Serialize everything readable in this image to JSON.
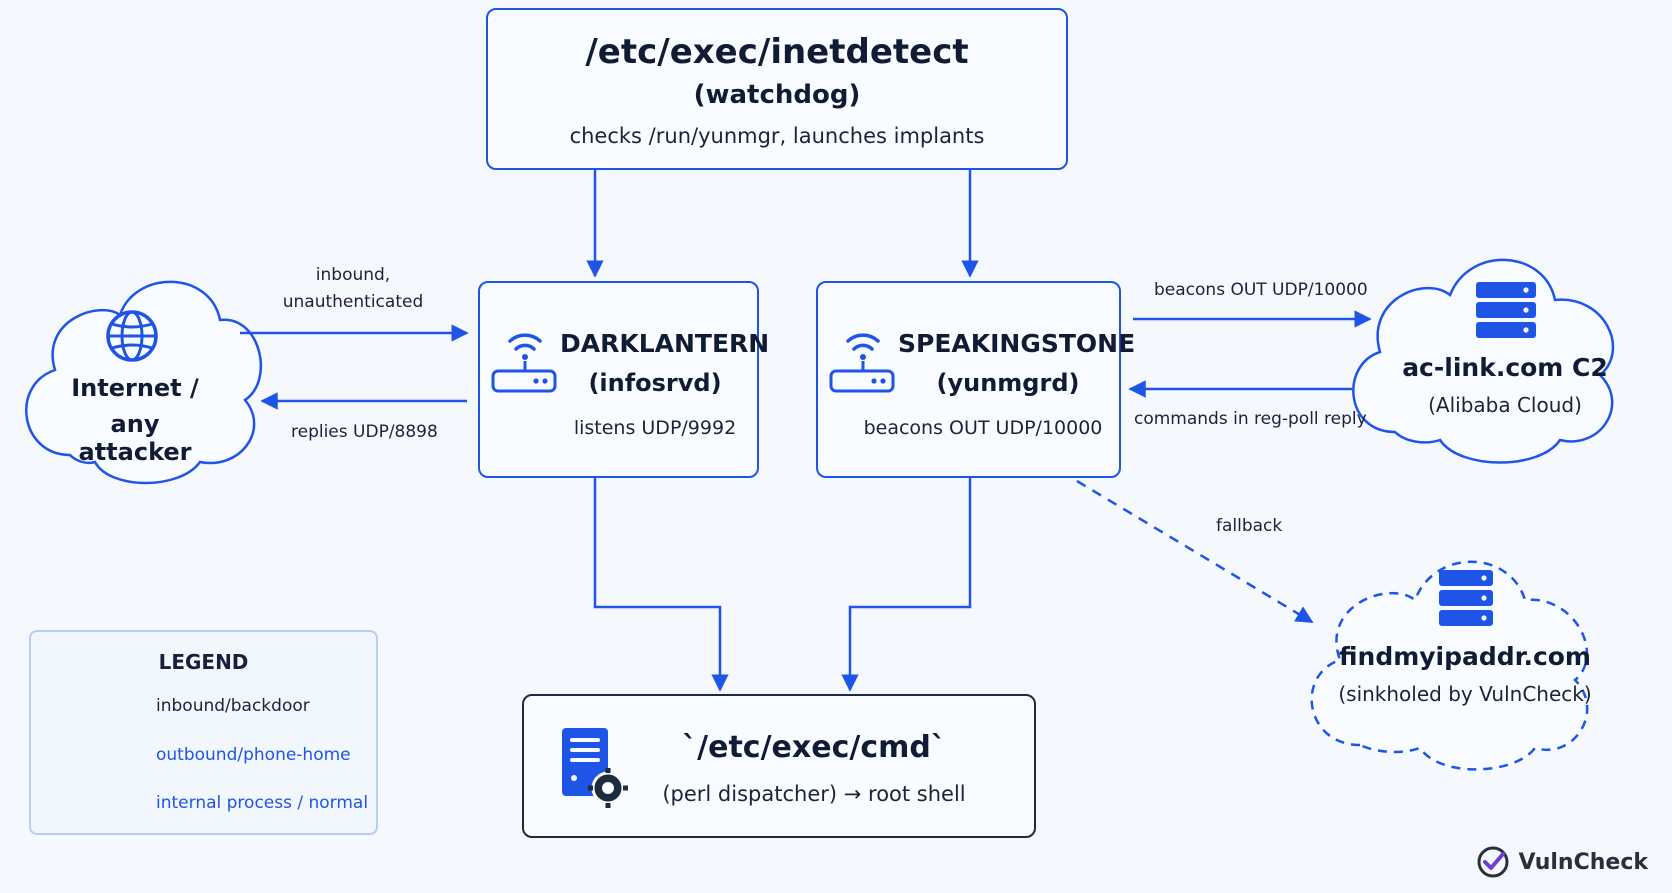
{
  "watchdog": {
    "path": "/etc/exec/inetdetect",
    "role": "(watchdog)",
    "desc": "checks /run/yunmgr, launches implants"
  },
  "darklantern": {
    "name": "DARKLANTERN",
    "process": "(infosrvd)",
    "desc": "listens UDP/9992"
  },
  "speakingstone": {
    "name": "SPEAKINGSTONE",
    "process": "(yunmgrd)",
    "desc": "beacons OUT UDP/10000"
  },
  "dispatcher": {
    "path": "`/etc/exec/cmd`",
    "desc": "(perl dispatcher) → root shell"
  },
  "internet": {
    "line1": "Internet /",
    "line2": "any attacker"
  },
  "c2": {
    "name": "ac-link.com C2",
    "host": "(Alibaba Cloud)"
  },
  "sinkhole": {
    "name": "findmyipaddr.com",
    "status": "(sinkholed by VulnCheck)"
  },
  "edges": {
    "inbound_line1": "inbound,",
    "inbound_line2": "unauthenticated",
    "replies": "replies UDP/8898",
    "beacons": "beacons OUT UDP/10000",
    "commands": "commands in reg-poll reply",
    "fallback": "fallback"
  },
  "legend": {
    "title": "LEGEND",
    "items": [
      {
        "label": "inbound/backdoor",
        "style": "solid",
        "color": "#1a2438"
      },
      {
        "label": "outbound/phone-home",
        "style": "solid",
        "color": "#1f55e6"
      },
      {
        "label": "internal process / normal",
        "style": "dashed",
        "color": "#1f55e6"
      }
    ]
  },
  "brand": {
    "name": "VulnCheck"
  },
  "colors": {
    "accent": "#1f55e6",
    "dark": "#1e2a3e",
    "background": "#f5f8fd"
  }
}
